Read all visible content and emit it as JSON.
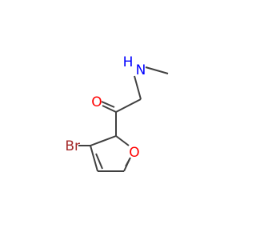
{
  "molecule": {
    "atoms": {
      "bromine": {
        "symbol": "Br",
        "color": "#a52a2a"
      },
      "ring_oxygen": {
        "symbol": "O",
        "color": "#ff0000"
      },
      "carbonyl_oxygen": {
        "symbol": "O",
        "color": "#ff0000"
      },
      "amine_nitrogen": {
        "symbol": "H",
        "symbol2": "N",
        "color": "#0000ff"
      }
    },
    "bond_color": "#404040"
  }
}
